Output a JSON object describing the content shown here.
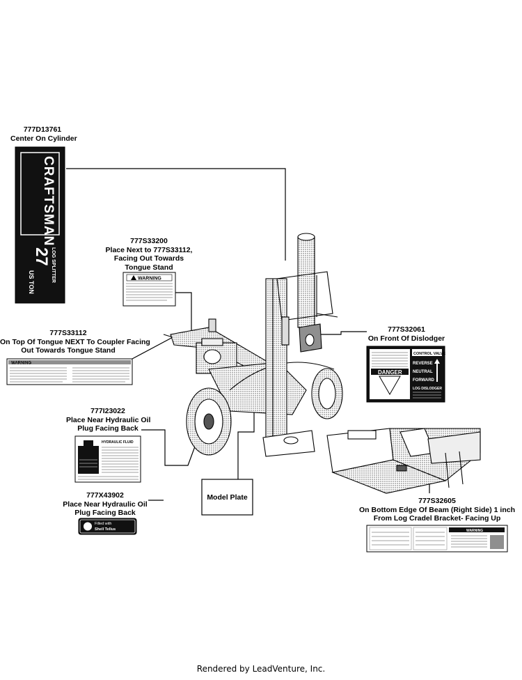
{
  "labels": {
    "decal_777D13761": {
      "part": "777D13761",
      "note": "Center On Cylinder"
    },
    "decal_777S33200": {
      "part": "777S33200",
      "line1": "Place Next to 777S33112,",
      "line2": "Facing Out Towards",
      "line3": "Tongue Stand"
    },
    "decal_777S33112": {
      "part": "777S33112",
      "line1": "On Top Of Tongue NEXT To Coupler Facing",
      "line2": "Out Towards Tongue Stand"
    },
    "decal_777S32061": {
      "part": "777S32061",
      "note": "On Front Of Dislodger"
    },
    "decal_777I23022": {
      "part": "777I23022",
      "line1": "Place Near Hydraulic Oil",
      "line2": "Plug Facing Back"
    },
    "decal_777X43902": {
      "part": "777X43902",
      "line1": "Place Near Hydraulic Oil",
      "line2": "Plug Facing Back"
    },
    "decal_777S32605": {
      "part": "777S32605",
      "line1": "On Bottom Edge Of Beam (Right Side) 1 inch",
      "line2": "From Log Cradel Bracket- Facing Up"
    },
    "model_plate": "Model Plate"
  },
  "decal_text": {
    "craftsman_brand": "CRAFTSMAN",
    "tonnage": "27",
    "us_ton": "US TON",
    "log_splitter": "LOG SPLITTER",
    "warning": "WARNING",
    "danger": "DANGER",
    "control_valve": "CONTROL VALVE",
    "reverse": "REVERSE",
    "neutral": "NEUTRAL",
    "forward": "FORWARD",
    "log_dislodger": "LOG DISLODGER",
    "hydraulic_fluid": "HYDRAULIC FLUID",
    "oil_fill_with": "Filled with",
    "oil_brand": "Shell Tellus"
  },
  "footer": "Rendered by LeadVenture, Inc."
}
